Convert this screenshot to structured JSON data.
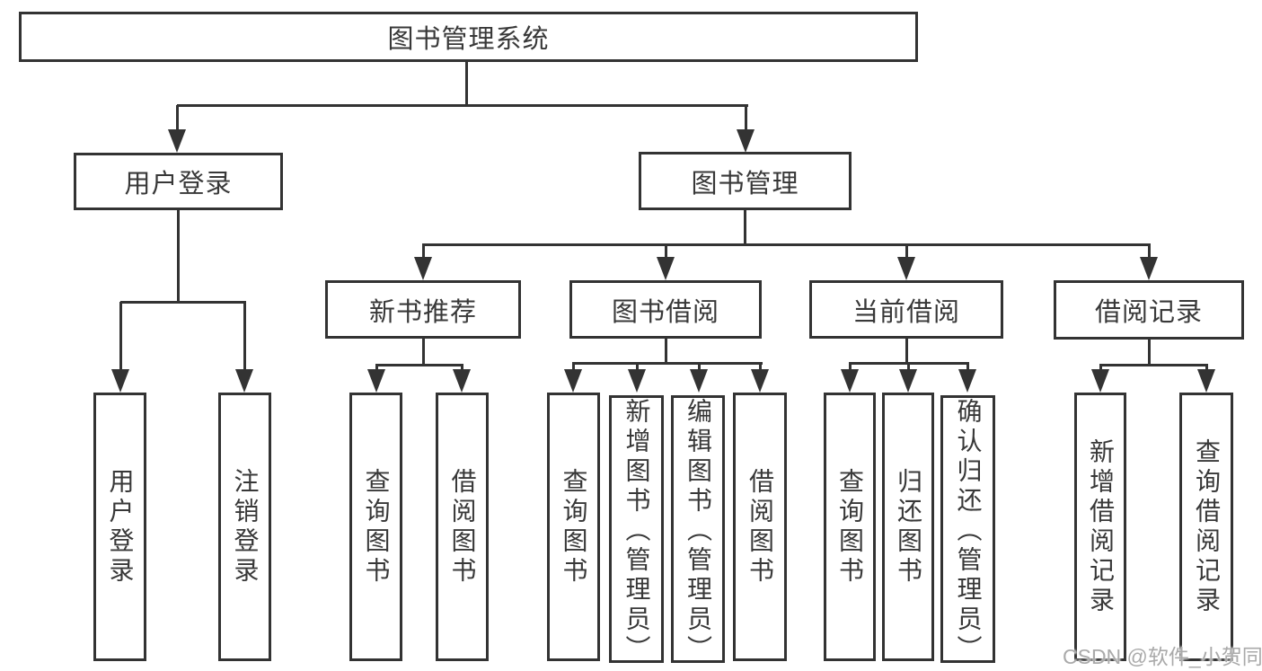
{
  "tree": {
    "label": "图书管理系统",
    "children": [
      {
        "label": "用户登录",
        "children": [
          {
            "label": "用户登录"
          },
          {
            "label": "注销登录"
          }
        ]
      },
      {
        "label": "图书管理",
        "children": [
          {
            "label": "新书推荐",
            "children": [
              {
                "label": "查询图书"
              },
              {
                "label": "借阅图书"
              }
            ]
          },
          {
            "label": "图书借阅",
            "children": [
              {
                "label": "查询图书"
              },
              {
                "label": "新增图书（管理员）"
              },
              {
                "label": "编辑图书（管理员）"
              },
              {
                "label": "借阅图书"
              }
            ]
          },
          {
            "label": "当前借阅",
            "children": [
              {
                "label": "查询图书"
              },
              {
                "label": "归还图书"
              },
              {
                "label": "确认归还（管理员）"
              }
            ]
          },
          {
            "label": "借阅记录",
            "children": [
              {
                "label": "新增借阅记录"
              },
              {
                "label": "查询借阅记录"
              }
            ]
          }
        ]
      }
    ]
  },
  "watermark": {
    "text": "CSDN @软件_小贺同学",
    "color": "#aaaaaa"
  },
  "colors": {
    "line": "#333333",
    "box_border": "#333333",
    "text": "#383838",
    "background": "#ffffff"
  }
}
